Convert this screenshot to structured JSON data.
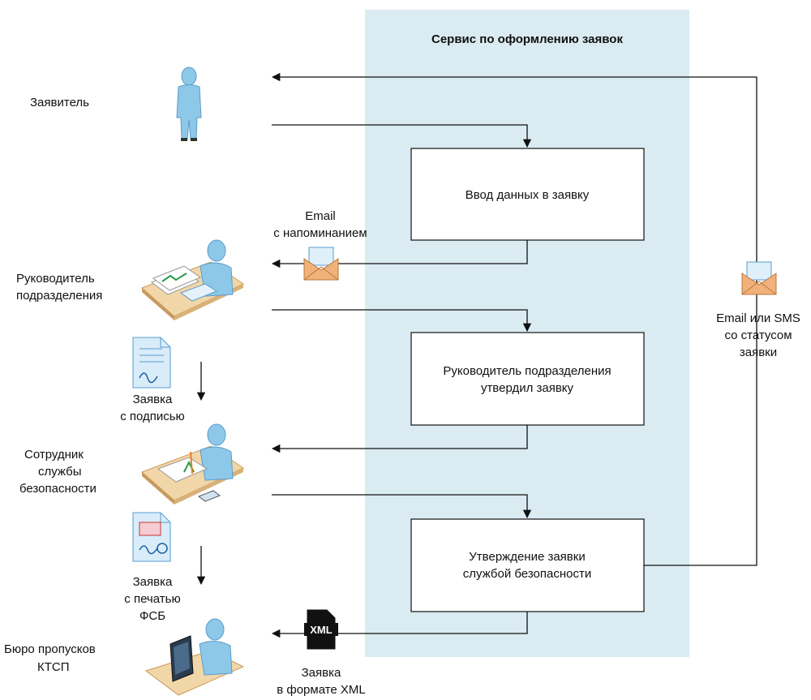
{
  "service": {
    "title": "Сервис по оформлению заявок",
    "color": "#daebf2"
  },
  "actors": {
    "applicant": "Заявитель",
    "manager": [
      "Руководитель",
      "подразделения"
    ],
    "security": [
      "Сотрудник",
      "службы",
      "безопасности"
    ],
    "pass_office": [
      "Бюро пропусков",
      "КТСП"
    ]
  },
  "process_boxes": {
    "input": [
      "Ввод данных в заявку"
    ],
    "approved": [
      "Руководитель подразделения",
      "утвердил заявку"
    ],
    "security_approval": [
      "Утверждение заявки",
      "службой безопасности"
    ]
  },
  "messages": {
    "reminder": [
      "Email",
      "с напоминанием"
    ],
    "status": [
      "Email или SMS",
      "со статусом",
      "заявки"
    ],
    "signed_request": [
      "Заявка",
      "с подписью"
    ],
    "stamped_request": [
      "Заявка",
      "с печатью",
      "ФСБ"
    ],
    "xml_request": [
      "Заявка",
      "в формате XML"
    ],
    "xml_badge": "XML"
  },
  "colors": {
    "line": "#111111",
    "person_body": "#8ec8e8",
    "person_shade": "#5a9ccc",
    "desk": "#f1d6a8",
    "desk_dark": "#c99a5e",
    "envelope": "#f0b27a",
    "envelope_letter": "#dff0fb",
    "document": "#d8ecfa",
    "xml_doc": "#111111"
  },
  "icons": {
    "applicant": "person-icon",
    "manager": "desk-worker-documents-icon",
    "security": "desk-worker-calculator-icon",
    "pass_office": "computer-worker-icon",
    "envelope": "envelope-icon",
    "document": "document-icon",
    "xml": "xml-file-icon"
  }
}
